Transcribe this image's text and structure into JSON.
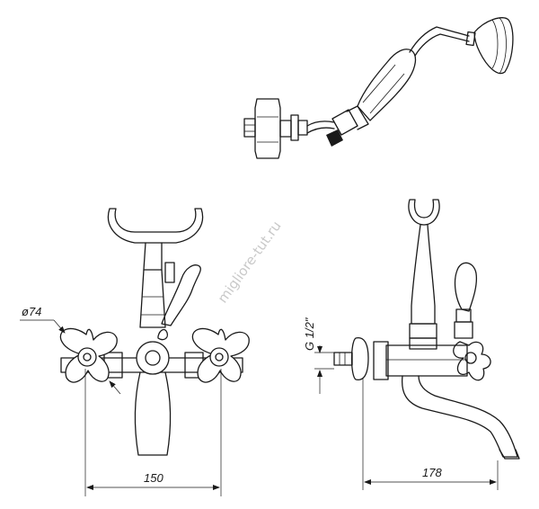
{
  "labels": {
    "diameter": "ø74",
    "thread": "G 1/2\"",
    "width": "150",
    "depth": "178"
  },
  "watermark": "migliore-tut.ru",
  "colors": {
    "line": "#1a1a1a",
    "watermark": "#c9c9c9",
    "background": "#ffffff"
  }
}
